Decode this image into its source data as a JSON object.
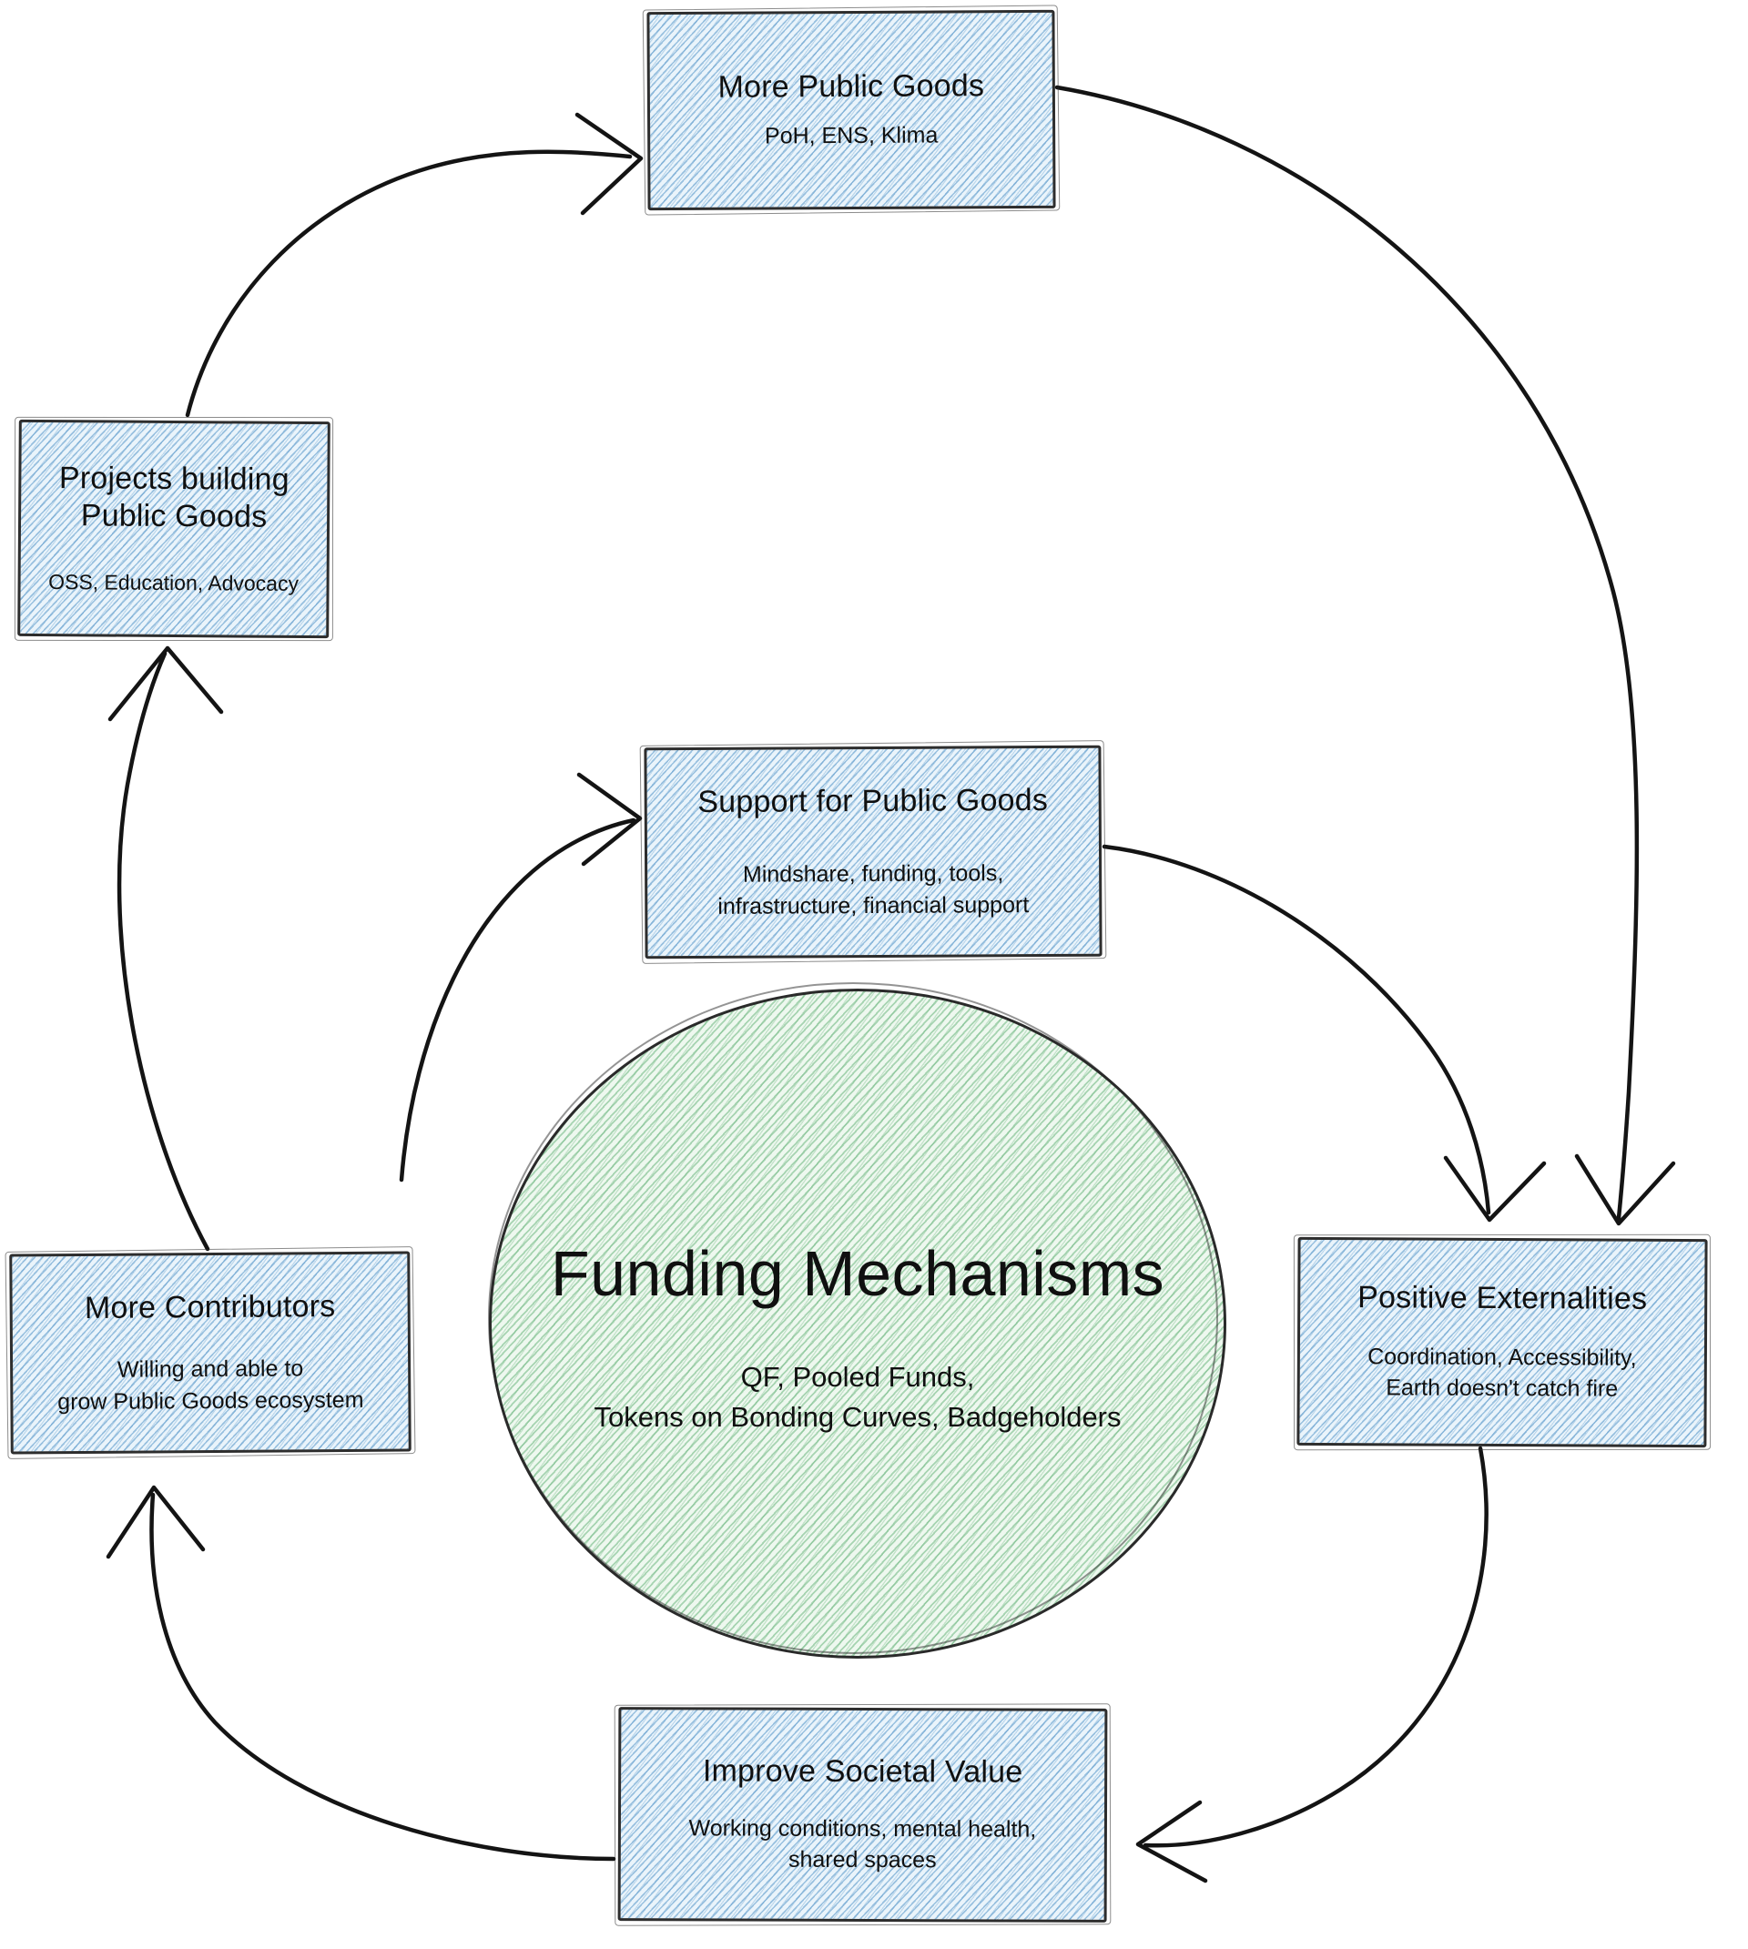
{
  "diagram": {
    "center": {
      "id": "funding-mechanisms",
      "title": "Funding Mechanisms",
      "subtitle": "QF, Pooled Funds,\nTokens on Bonding Curves, Badgeholders"
    },
    "nodes": [
      {
        "id": "more-public-goods",
        "title": "More Public Goods",
        "subtitle": "PoH, ENS, Klima"
      },
      {
        "id": "projects-building-public-goods",
        "title": "Projects building\nPublic Goods",
        "subtitle": "OSS, Education, Advocacy"
      },
      {
        "id": "support-for-public-goods",
        "title": "Support for Public Goods",
        "subtitle": "Mindshare, funding, tools,\ninfrastructure, financial support"
      },
      {
        "id": "positive-externalities",
        "title": "Positive Externalities",
        "subtitle": "Coordination, Accessibility,\nEarth doesn't catch fire"
      },
      {
        "id": "more-contributors",
        "title": "More Contributors",
        "subtitle": "Willing and able to\ngrow Public Goods ecosystem"
      },
      {
        "id": "improve-societal-value",
        "title": "Improve Societal Value",
        "subtitle": "Working conditions, mental health,\nshared spaces"
      }
    ],
    "edges": [
      {
        "from": "projects-building-public-goods",
        "to": "more-public-goods"
      },
      {
        "from": "more-public-goods",
        "to": "positive-externalities"
      },
      {
        "from": "support-for-public-goods",
        "to": "positive-externalities"
      },
      {
        "from": "positive-externalities",
        "to": "improve-societal-value"
      },
      {
        "from": "improve-societal-value",
        "to": "more-contributors"
      },
      {
        "from": "more-contributors",
        "to": "projects-building-public-goods"
      },
      {
        "from": "more-contributors",
        "to": "support-for-public-goods"
      }
    ],
    "colors": {
      "node_fill_base": "#eaf4fb",
      "node_hatch": "#4c8cc3",
      "node_border": "#2d2d2d",
      "circle_fill_base": "#eef8ef",
      "circle_hatch": "#60b074",
      "arrow": "#141414",
      "text": "#101010"
    }
  }
}
